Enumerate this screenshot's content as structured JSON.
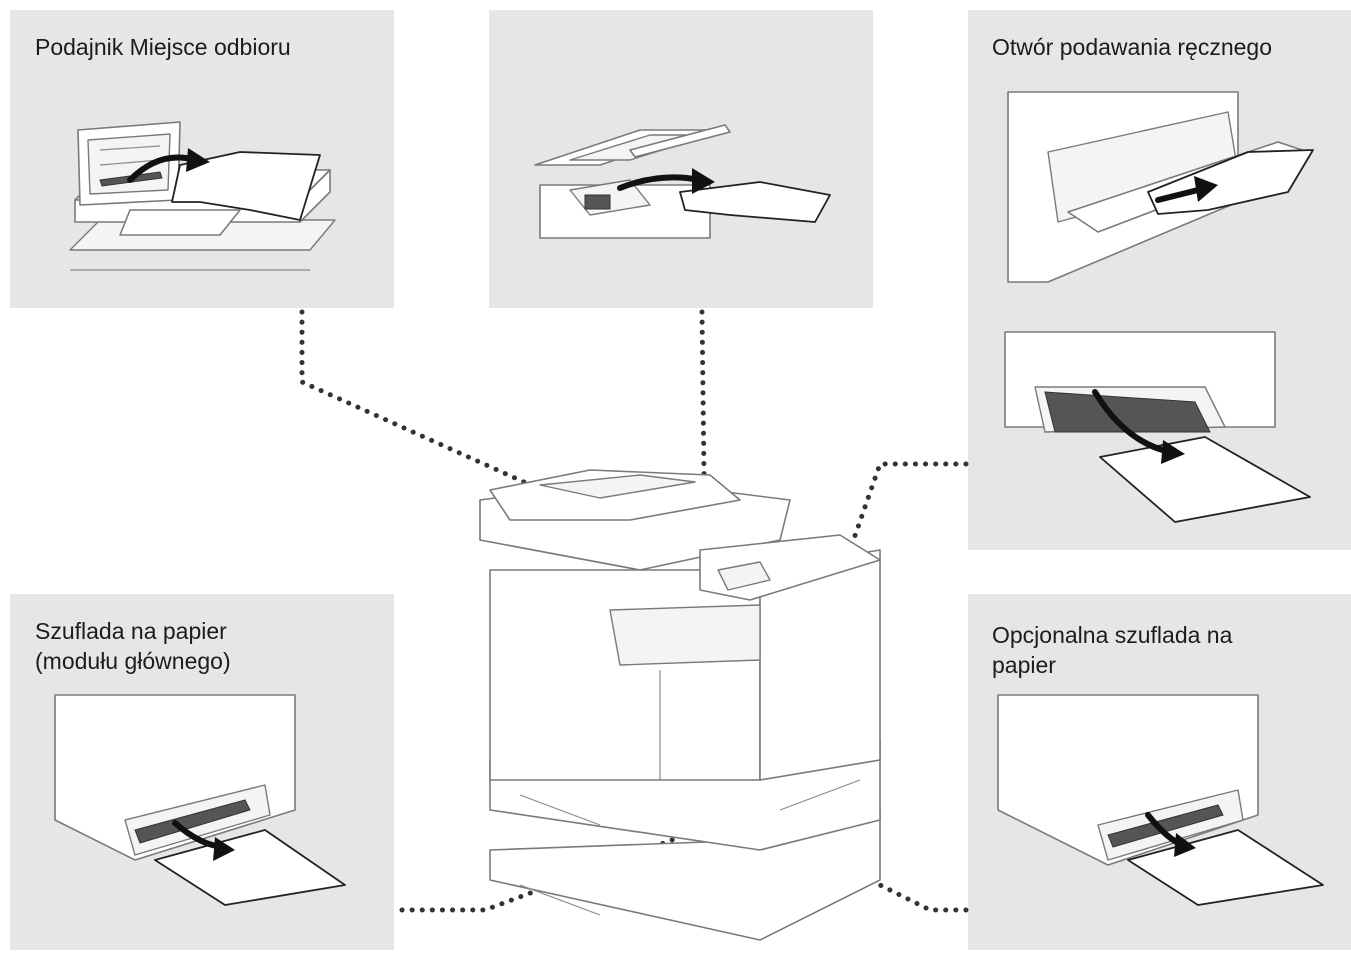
{
  "labels": {
    "top_left": "Podajnik Miejsce odbioru",
    "top_right": "Otwór podawania ręcznego",
    "bottom_left_line1": "Szuflada na papier",
    "bottom_left_line2": "(modułu głównego)",
    "bottom_right_line1": "Opcjonalna szuflada na",
    "bottom_right_line2": "papier"
  },
  "colors": {
    "panel_background": "#e6e6e6",
    "connector": "#333333",
    "arrow": "#111111"
  }
}
